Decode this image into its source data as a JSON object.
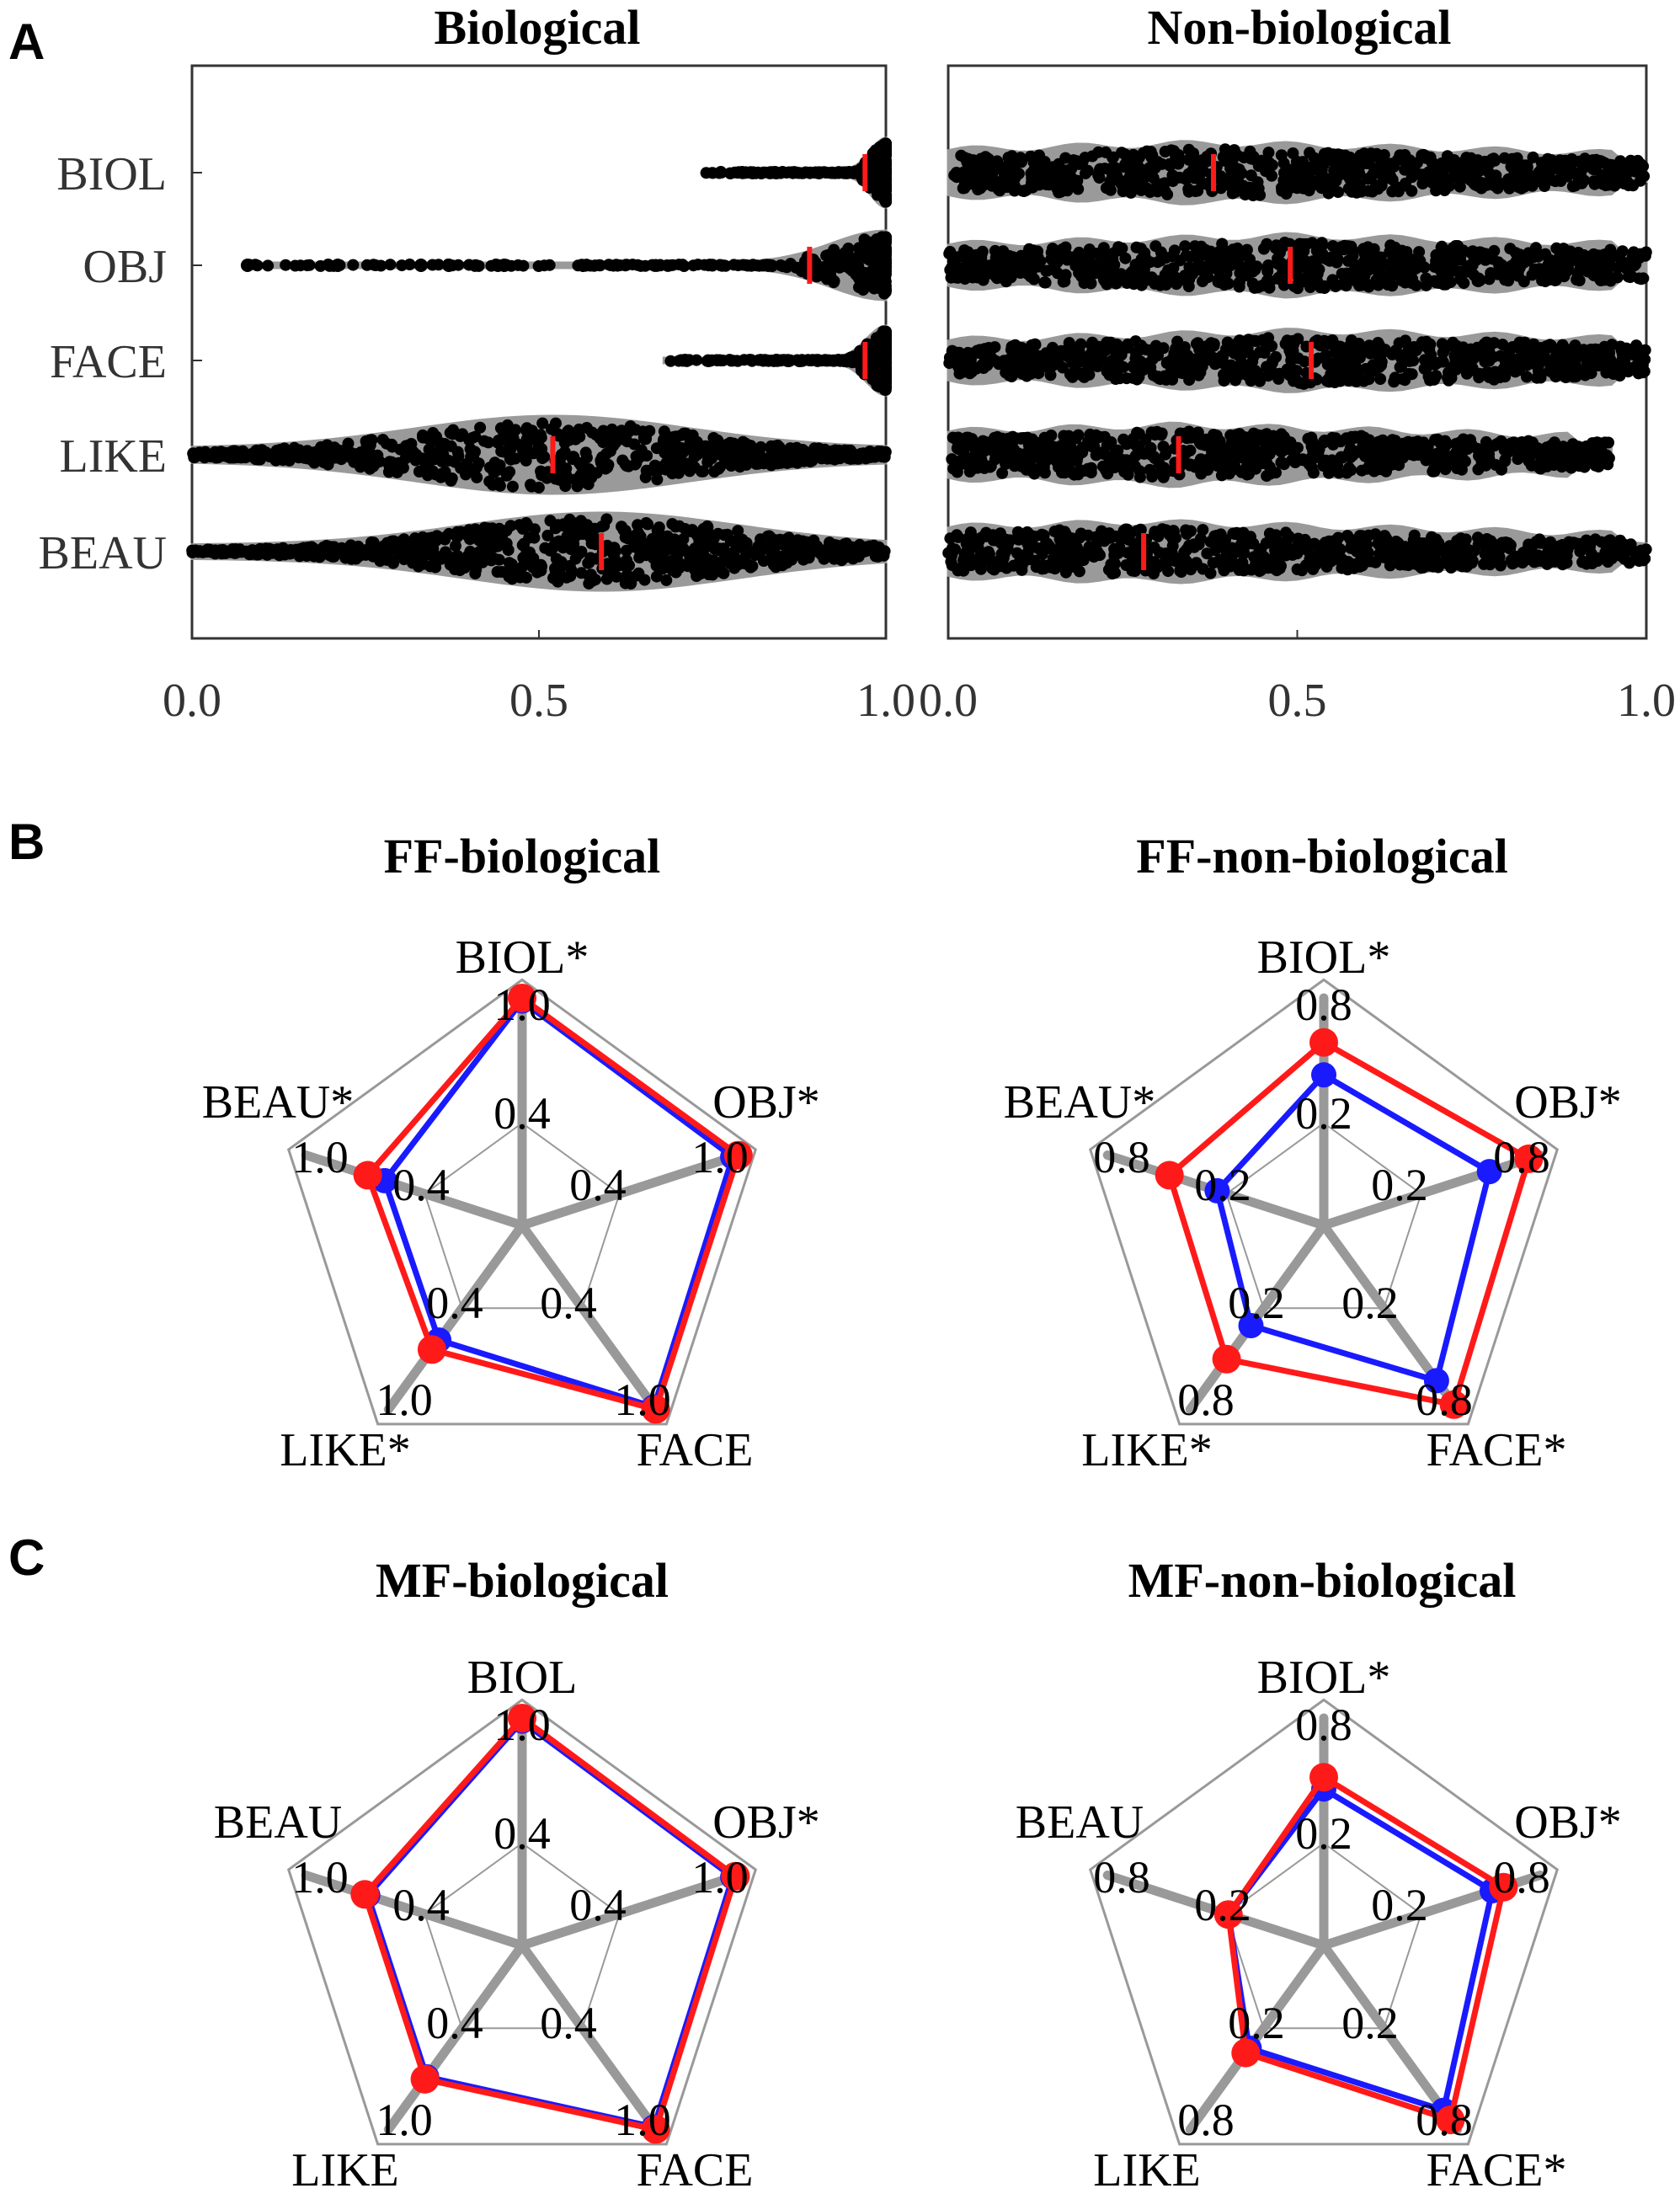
{
  "panel_labels": [
    "A",
    "B",
    "C"
  ],
  "colors": {
    "dots": "#000000",
    "violin": "#9a9a9a",
    "median": "#ff1a1a",
    "red": "#ff1a1a",
    "blue": "#1a1aff",
    "axis": "#333333",
    "web": "#999999"
  },
  "chart_data": [
    {
      "type": "violin",
      "panel": "A",
      "title": "Biological",
      "categories": [
        "BIOL",
        "OBJ",
        "FACE",
        "LIKE",
        "BEAU"
      ],
      "xlim": [
        0,
        1
      ],
      "xticks": [
        "0.0",
        "0.5",
        "1.0"
      ],
      "series": [
        {
          "name": "BIOL",
          "min": 0.74,
          "median": 0.97,
          "max": 1.0
        },
        {
          "name": "OBJ",
          "min": 0.08,
          "median": 0.89,
          "max": 1.0
        },
        {
          "name": "FACE",
          "min": 0.68,
          "median": 0.97,
          "max": 1.0
        },
        {
          "name": "LIKE",
          "min": 0.0,
          "median": 0.52,
          "max": 1.0
        },
        {
          "name": "BEAU",
          "min": 0.0,
          "median": 0.59,
          "max": 1.0
        }
      ]
    },
    {
      "type": "violin",
      "panel": "A",
      "title": "Non-biological",
      "categories": [
        "BIOL",
        "OBJ",
        "FACE",
        "LIKE",
        "BEAU"
      ],
      "xlim": [
        0,
        1
      ],
      "xticks": [
        "0.0",
        "0.5",
        "1.0"
      ],
      "series": [
        {
          "name": "BIOL",
          "min": 0.0,
          "median": 0.38,
          "max": 1.0
        },
        {
          "name": "OBJ",
          "min": 0.0,
          "median": 0.49,
          "max": 1.0
        },
        {
          "name": "FACE",
          "min": 0.0,
          "median": 0.52,
          "max": 1.0
        },
        {
          "name": "LIKE",
          "min": 0.0,
          "median": 0.33,
          "max": 0.95
        },
        {
          "name": "BEAU",
          "min": 0.0,
          "median": 0.28,
          "max": 1.0
        }
      ]
    },
    {
      "type": "radar",
      "panel": "B",
      "title": "FF-biological",
      "axes": [
        "BIOL*",
        "OBJ*",
        "FACE",
        "LIKE*",
        "BEAU*"
      ],
      "outer_label": "1.0",
      "inner_label": "0.4",
      "range": [
        0.4,
        1.0
      ],
      "series": [
        {
          "color": "blue",
          "values": [
            0.99,
            0.98,
            0.99,
            0.71,
            0.72
          ]
        },
        {
          "color": "red",
          "values": [
            1.0,
            1.0,
            1.0,
            0.75,
            0.78
          ]
        }
      ]
    },
    {
      "type": "radar",
      "panel": "B",
      "title": "FF-non-biological",
      "axes": [
        "BIOL*",
        "OBJ*",
        "FACE*",
        "LIKE*",
        "BEAU*"
      ],
      "outer_label": "0.8",
      "inner_label": "0.2",
      "range": [
        0.2,
        0.8
      ],
      "series": [
        {
          "color": "blue",
          "values": [
            0.54,
            0.62,
            0.68,
            0.45,
            0.41
          ]
        },
        {
          "color": "red",
          "values": [
            0.65,
            0.76,
            0.78,
            0.59,
            0.58
          ]
        }
      ]
    },
    {
      "type": "radar",
      "panel": "C",
      "title": "MF-biological",
      "axes": [
        "BIOL",
        "OBJ*",
        "FACE",
        "LIKE",
        "BEAU"
      ],
      "outer_label": "1.0",
      "inner_label": "0.4",
      "range": [
        0.4,
        1.0
      ],
      "series": [
        {
          "color": "blue",
          "values": [
            0.99,
            0.98,
            0.99,
            0.78,
            0.78
          ]
        },
        {
          "color": "red",
          "values": [
            1.0,
            0.99,
            1.0,
            0.79,
            0.79
          ]
        }
      ]
    },
    {
      "type": "radar",
      "panel": "C",
      "title": "MF-non-biological",
      "axes": [
        "BIOL*",
        "OBJ*",
        "FACE*",
        "LIKE",
        "BEAU"
      ],
      "outer_label": "0.8",
      "inner_label": "0.2",
      "range": [
        0.2,
        0.8
      ],
      "series": [
        {
          "color": "blue",
          "values": [
            0.56,
            0.63,
            0.72,
            0.46,
            0.37
          ]
        },
        {
          "color": "red",
          "values": [
            0.6,
            0.67,
            0.76,
            0.48,
            0.37
          ]
        }
      ]
    }
  ]
}
